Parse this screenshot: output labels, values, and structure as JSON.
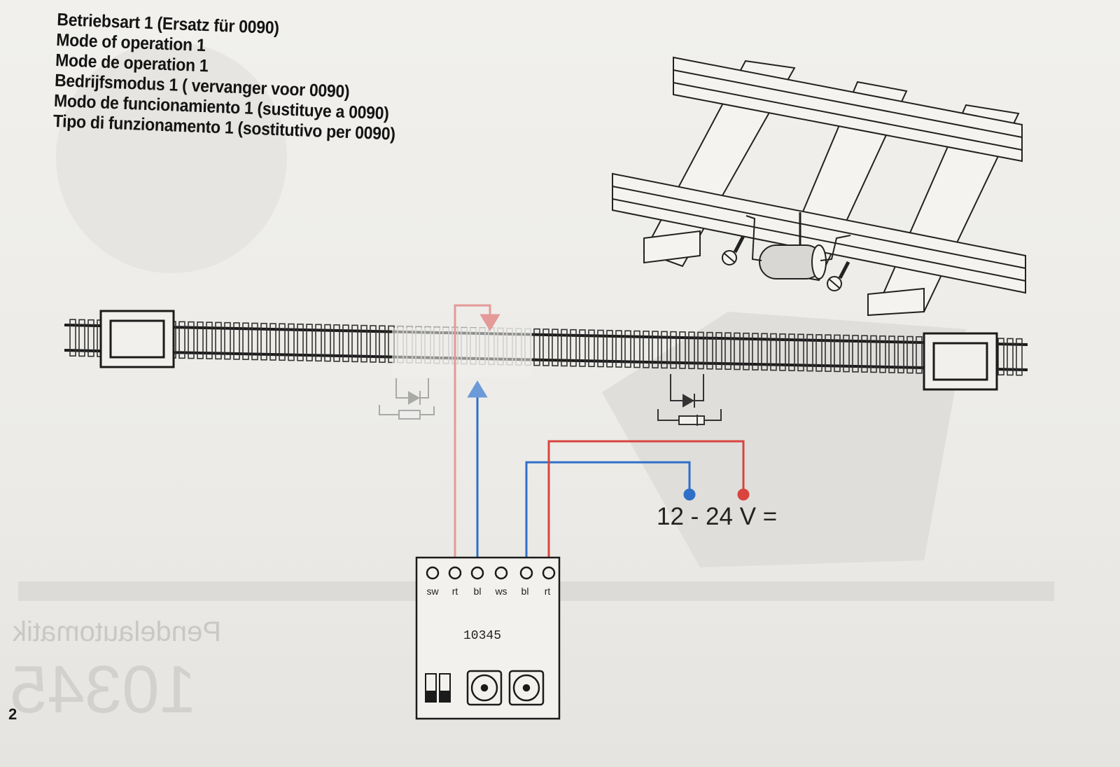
{
  "titles": {
    "de": "Betriebsart 1 (Ersatz für 0090)",
    "en": "Mode of operation 1",
    "fr": "Mode de operation 1",
    "nl": "Bedrijfsmodus 1 ( vervanger voor 0090)",
    "es": "Modo de funcionamiento 1 (sustituye a 0090)",
    "it": "Tipo di funzionamento 1 (sostitutivo per 0090)"
  },
  "device": {
    "id": "10345",
    "terminals": [
      "sw",
      "rt",
      "bl",
      "ws",
      "bl",
      "rt"
    ]
  },
  "power": {
    "label": "12 - 24 V ="
  },
  "wire_colors": {
    "red": "#d9443f",
    "blue": "#2f6fc8",
    "faded_red": "#e39a98",
    "faded_blue": "#6c9ad8"
  },
  "watermark": {
    "product_name": "Pendelautomatik",
    "product_number": "10345"
  },
  "page_number": "2"
}
